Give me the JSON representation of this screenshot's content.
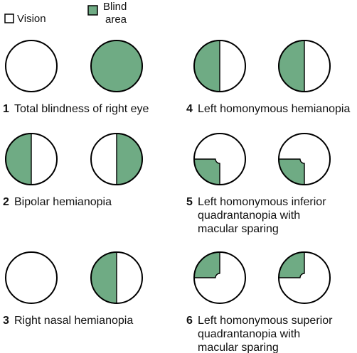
{
  "colors": {
    "blind": "#6fab84",
    "vision": "#ffffff",
    "stroke": "#000000"
  },
  "legend": {
    "vision": "Vision",
    "blind_line1": "Blind",
    "blind_line2": "area"
  },
  "cases": [
    {
      "number": "1",
      "lines": [
        "Total blindness of right eye"
      ],
      "left_eye": "none",
      "right_eye": "full"
    },
    {
      "number": "2",
      "lines": [
        "Bipolar hemianopia"
      ],
      "left_eye": "left-half",
      "right_eye": "right-half"
    },
    {
      "number": "3",
      "lines": [
        "Right nasal hemianopia"
      ],
      "left_eye": "none",
      "right_eye": "left-half"
    },
    {
      "number": "4",
      "lines": [
        "Left homonymous hemianopia"
      ],
      "left_eye": "left-half",
      "right_eye": "left-half"
    },
    {
      "number": "5",
      "lines": [
        "Left homonymous inferior",
        "quadrantanopia with",
        "macular sparing"
      ],
      "left_eye": "inferior-left-quadrant-sparing",
      "right_eye": "inferior-left-quadrant-sparing"
    },
    {
      "number": "6",
      "lines": [
        "Left homonymous superior",
        "quadrantanopia with",
        "macular sparing"
      ],
      "left_eye": "superior-left-quadrant-sparing",
      "right_eye": "superior-left-quadrant-sparing"
    }
  ]
}
